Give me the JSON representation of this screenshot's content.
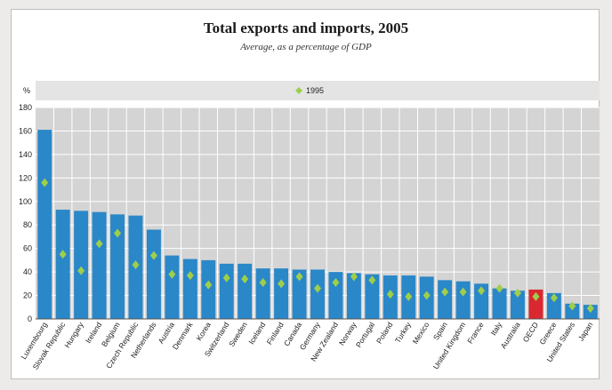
{
  "chart_data": {
    "type": "bar",
    "title": "Total exports and imports, 2005",
    "subtitle": "Average, as a percentage of GDP",
    "ylabel": "%",
    "ylim": [
      0,
      180
    ],
    "yticks": [
      0,
      20,
      40,
      60,
      80,
      100,
      120,
      140,
      160,
      180
    ],
    "grid": true,
    "legend_position": "top-center",
    "categories": [
      "Luxembourg",
      "Slovak Republic",
      "Hungary",
      "Ireland",
      "Belgium",
      "Czech Republic",
      "Netherlands",
      "Austria",
      "Denmark",
      "Korea",
      "Switzerland",
      "Sweden",
      "Iceland",
      "Finland",
      "Canada",
      "Germany",
      "New Zealand",
      "Norway",
      "Portugal",
      "Poland",
      "Turkey",
      "Mexico",
      "Spain",
      "United Kingdom",
      "France",
      "Italy",
      "Australia",
      "OECD",
      "Greece",
      "United States",
      "Japan"
    ],
    "series": [
      {
        "values": [
          161,
          93,
          92,
          91,
          89,
          88,
          76,
          54,
          51,
          50,
          47,
          47,
          43,
          43,
          42,
          42,
          40,
          39,
          38,
          37,
          37,
          36,
          33,
          32,
          30,
          26,
          24,
          25,
          22,
          13,
          12
        ],
        "color": "#2a87c8",
        "highlight": {
          "OECD": "#d9282f"
        }
      },
      {
        "name": "1995",
        "values": [
          116,
          55,
          41,
          64,
          73,
          46,
          54,
          38,
          37,
          29,
          35,
          34,
          31,
          30,
          36,
          26,
          31,
          36,
          33,
          21,
          19,
          20,
          23,
          23,
          24,
          26,
          22,
          19,
          18,
          11,
          9
        ],
        "color": "#9fcf4a",
        "marker": "diamond"
      }
    ],
    "colors": {
      "plot_bg": "#d4d4d4",
      "legend_bg": "#e4e4e4",
      "grid": "#ffffff"
    }
  }
}
